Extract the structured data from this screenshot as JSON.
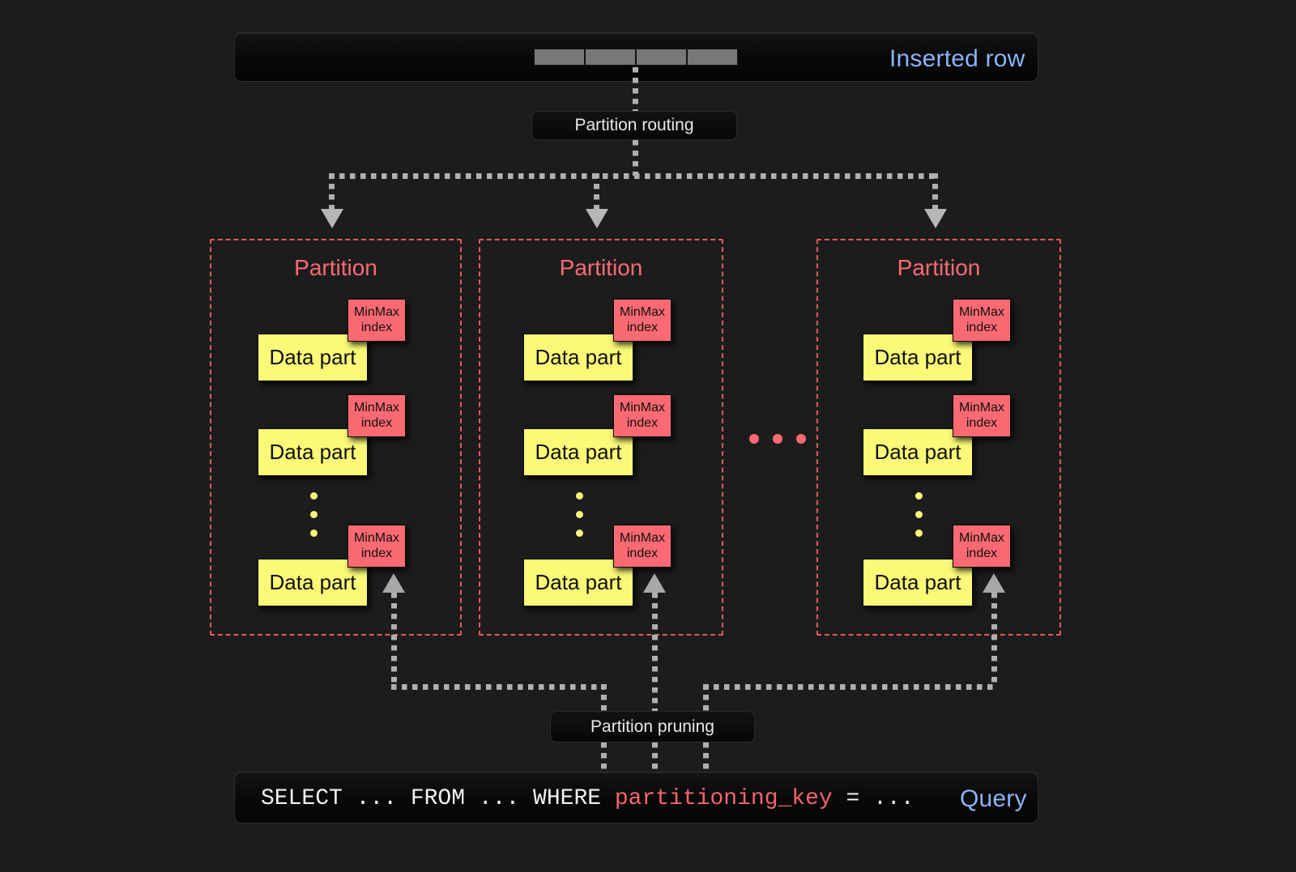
{
  "diagram": {
    "title": "ClickHouse partitioning: insert routing and partition pruning",
    "background_color": "#1c1c1c",
    "accent_blue": "#8ab4f8",
    "accent_red": "#fb6a72",
    "accent_yellow": "#fafa78",
    "connector_gray": "#b0b0b0"
  },
  "inserted_row": {
    "label": "Inserted row",
    "cell_count": 4,
    "cells": [
      "",
      "",
      "",
      ""
    ]
  },
  "routing": {
    "label": "Partition routing"
  },
  "pruning": {
    "label": "Partition pruning"
  },
  "partitions": [
    {
      "title": "Partition",
      "parts": [
        {
          "data_part_label": "Data part",
          "index_label": "MinMax\nindex"
        },
        {
          "data_part_label": "Data part",
          "index_label": "MinMax\nindex"
        },
        {
          "data_part_label": "Data part",
          "index_label": "MinMax\nindex"
        }
      ],
      "vertical_ellipsis_dots": 3
    },
    {
      "title": "Partition",
      "parts": [
        {
          "data_part_label": "Data part",
          "index_label": "MinMax\nindex"
        },
        {
          "data_part_label": "Data part",
          "index_label": "MinMax\nindex"
        },
        {
          "data_part_label": "Data part",
          "index_label": "MinMax\nindex"
        }
      ],
      "vertical_ellipsis_dots": 3
    },
    {
      "title": "Partition",
      "parts": [
        {
          "data_part_label": "Data part",
          "index_label": "MinMax\nindex"
        },
        {
          "data_part_label": "Data part",
          "index_label": "MinMax\nindex"
        },
        {
          "data_part_label": "Data part",
          "index_label": "MinMax\nindex"
        }
      ],
      "vertical_ellipsis_dots": 3
    }
  ],
  "between_partitions_ellipsis_dots": 3,
  "query": {
    "label": "Query",
    "prefix": "SELECT ... FROM ... WHERE ",
    "key": "partitioning_key",
    "suffix": " = ...",
    "full_text": "SELECT ... FROM ... WHERE partitioning_key = ..."
  },
  "labels": {
    "minmax_line1": "MinMax",
    "minmax_line2": "index",
    "data_part": "Data part",
    "partition": "Partition"
  }
}
